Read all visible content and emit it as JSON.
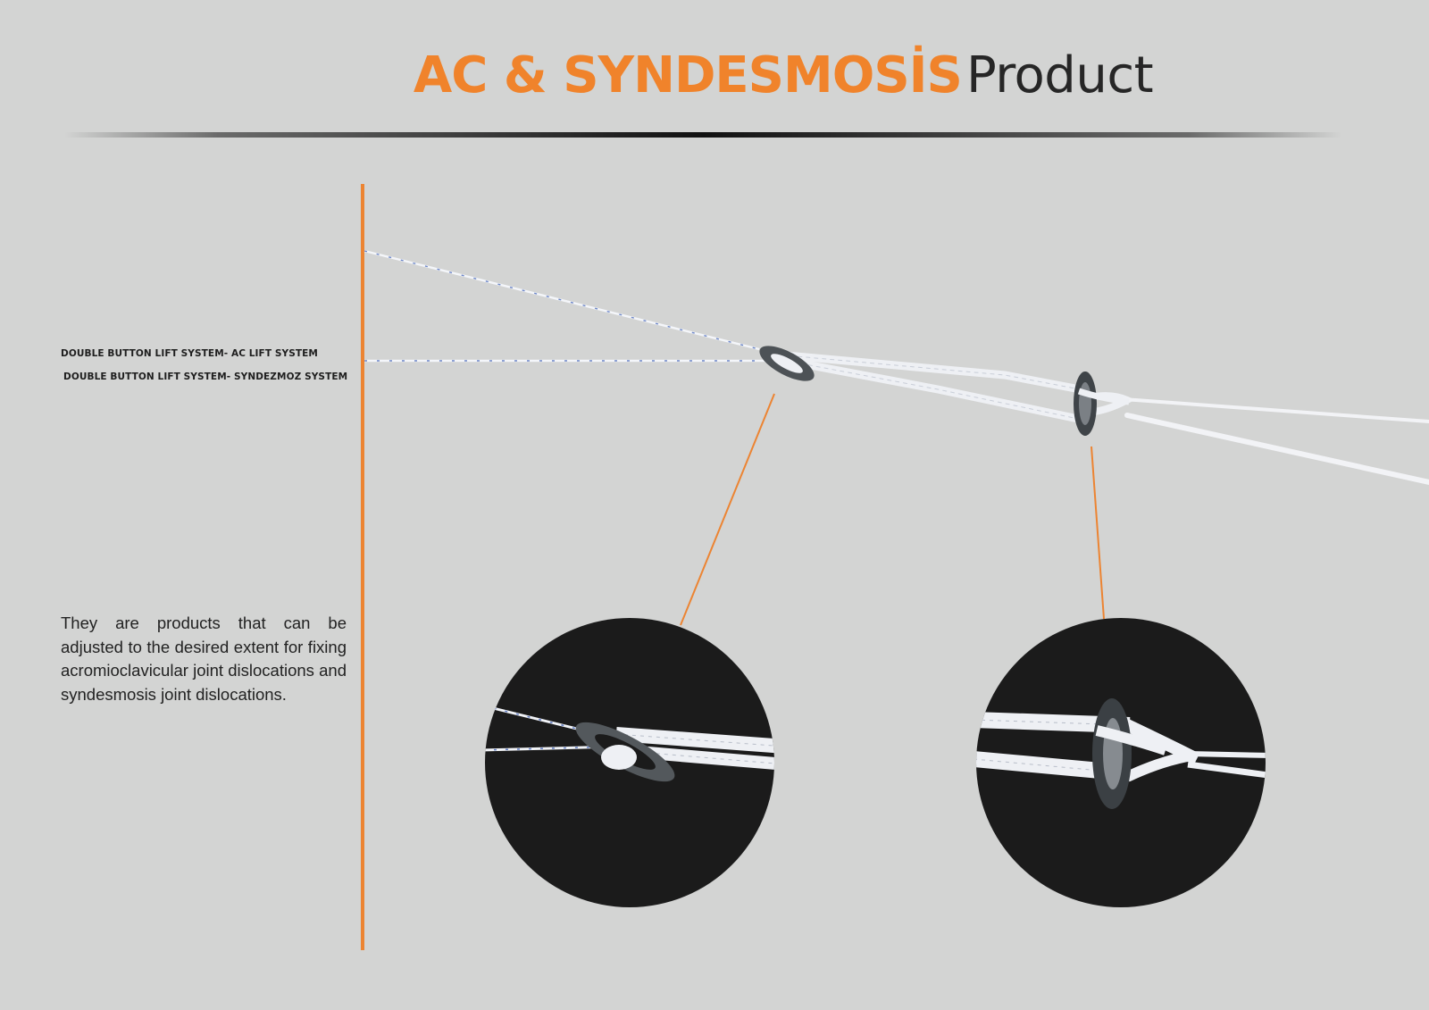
{
  "title": {
    "accent": "AC & SYNDESMOSİS",
    "rest": "Product"
  },
  "labels": {
    "ac_system": "DOUBLE BUTTON LIFT SYSTEM- AC LIFT SYSTEM",
    "syndesmosis_system": "DOUBLE BUTTON LIFT SYSTEM- SYNDEZMOZ SYSTEM"
  },
  "description": "They are products that can be adjusted to the desired extent for fixing acromioclavicular joint dislocations and syndesmosis joint dislocations.",
  "colors": {
    "background": "#d3d4d3",
    "accent": "#f0832b",
    "dark": "#1b1b1b"
  }
}
